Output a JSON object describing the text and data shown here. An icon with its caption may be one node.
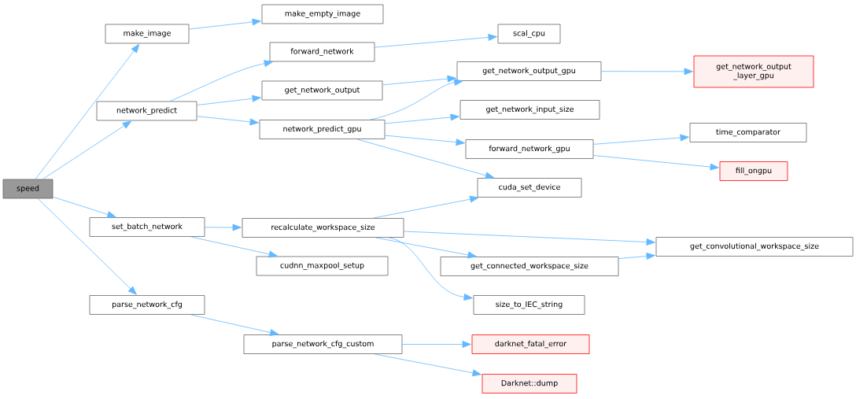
{
  "diagram": {
    "nodes": [
      {
        "text": [
          "speed"
        ]
      },
      {
        "text": [
          "make_image"
        ]
      },
      {
        "text": [
          "make_empty_image"
        ]
      },
      {
        "text": [
          "forward_network"
        ]
      },
      {
        "text": [
          "network_predict"
        ]
      },
      {
        "text": [
          "get_network_output"
        ]
      },
      {
        "text": [
          "network_predict_gpu"
        ]
      },
      {
        "text": [
          "scal_cpu"
        ]
      },
      {
        "text": [
          "get_network_output_gpu"
        ]
      },
      {
        "text": [
          "get_network_output _layer_gpu"
        ]
      },
      {
        "text": [
          "get_network_input_size"
        ]
      },
      {
        "text": [
          "forward_network_gpu"
        ]
      },
      {
        "text": [
          "time_comparator"
        ]
      },
      {
        "text": [
          "fill_ongpu"
        ]
      },
      {
        "text": [
          "cuda_set_device"
        ]
      },
      {
        "text": [
          "set_batch_network"
        ]
      },
      {
        "text": [
          "recalculate_workspace_size"
        ]
      },
      {
        "text": [
          "cudnn_maxpool_setup"
        ]
      },
      {
        "text": [
          "get_convolutional_workspace_size"
        ]
      },
      {
        "text": [
          "get_connected_workspace_size"
        ]
      },
      {
        "text": [
          "size_to_IEC_string"
        ]
      },
      {
        "text": [
          "parse_network_cfg"
        ]
      },
      {
        "text": [
          "parse_network_cfg_custom"
        ]
      },
      {
        "text": [
          "darknet_fatal_error"
        ]
      },
      {
        "text": [
          "Darknet::dump"
        ]
      }
    ],
    "edges": [
      {
        "from": 0,
        "to": 1,
        "arrow": "to"
      },
      {
        "from": 0,
        "to": 4,
        "arrow": "to"
      },
      {
        "from": 0,
        "to": 15,
        "arrow": "to"
      },
      {
        "from": 0,
        "to": 21,
        "arrow": "to"
      },
      {
        "from": 1,
        "to": 2,
        "arrow": "to"
      },
      {
        "from": 4,
        "to": 3,
        "arrow": "to"
      },
      {
        "from": 4,
        "to": 5,
        "arrow": "to"
      },
      {
        "from": 4,
        "to": 6,
        "arrow": "to"
      },
      {
        "from": 3,
        "to": 7,
        "arrow": "to"
      },
      {
        "from": 5,
        "to": 8,
        "arrow": "to"
      },
      {
        "from": 6,
        "to": 8,
        "arrow": "to"
      },
      {
        "from": 6,
        "to": 10,
        "arrow": "to"
      },
      {
        "from": 6,
        "to": 11,
        "arrow": "to"
      },
      {
        "from": 6,
        "to": 14,
        "arrow": "to"
      },
      {
        "from": 8,
        "to": 9,
        "arrow": "to"
      },
      {
        "from": 11,
        "to": 12,
        "arrow": "to"
      },
      {
        "from": 11,
        "to": 13,
        "arrow": "to"
      },
      {
        "from": 15,
        "to": 16,
        "arrow": "to"
      },
      {
        "from": 15,
        "to": 17,
        "arrow": "to"
      },
      {
        "from": 16,
        "to": 14,
        "arrow": "to"
      },
      {
        "from": 16,
        "to": 18,
        "arrow": "to"
      },
      {
        "from": 16,
        "to": 19,
        "arrow": "to"
      },
      {
        "from": 16,
        "to": 20,
        "arrow": "to"
      },
      {
        "from": 19,
        "to": 18,
        "arrow": "to"
      },
      {
        "from": 21,
        "to": 22,
        "arrow": "to"
      },
      {
        "from": 22,
        "to": 23,
        "arrow": "to"
      },
      {
        "from": 22,
        "to": 24,
        "arrow": "to"
      }
    ]
  }
}
